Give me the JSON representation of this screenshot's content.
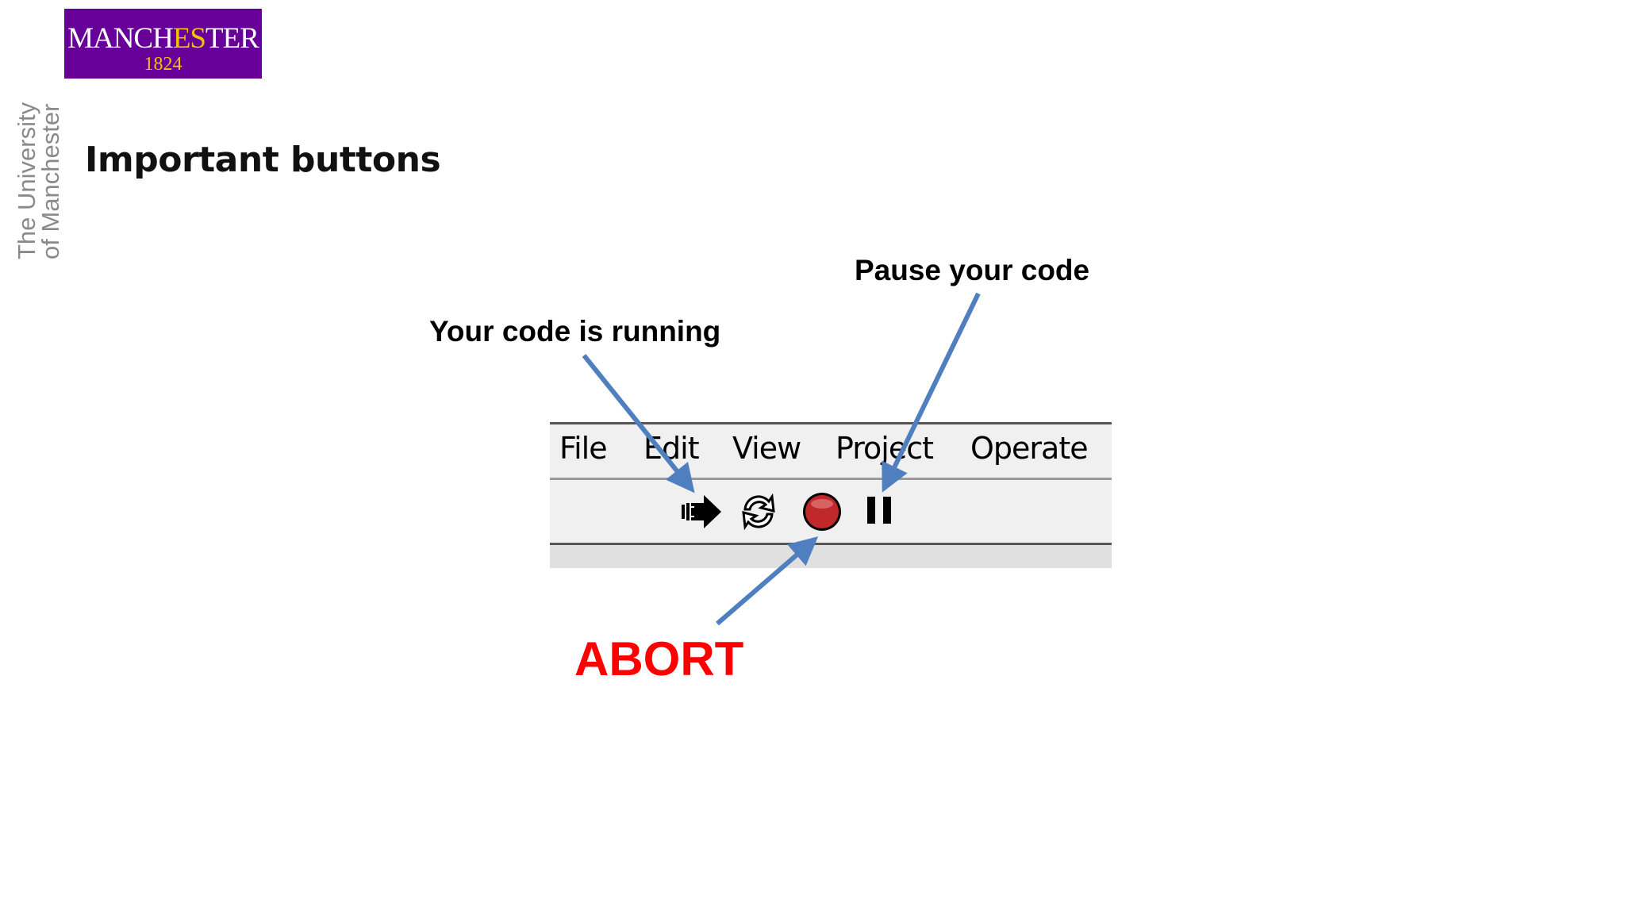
{
  "logo": {
    "name_a": "MANCH",
    "name_b": "ES",
    "name_c": "T",
    "name_d": "ER",
    "year": "1824"
  },
  "vertical_brand": {
    "line1": "The University",
    "line2": "of Manchester"
  },
  "slide": {
    "title": "Important buttons"
  },
  "callouts": {
    "running": "Your code is running",
    "pause": "Pause your code",
    "abort": "ABORT"
  },
  "menu": {
    "items": [
      "File",
      "Edit",
      "View",
      "Project",
      "Operate"
    ]
  },
  "toolbar": {
    "buttons": [
      {
        "icon": "run-arrow-icon"
      },
      {
        "icon": "run-continuously-icon"
      },
      {
        "icon": "abort-stop-icon",
        "color": "#c0282a"
      },
      {
        "icon": "pause-icon"
      }
    ]
  },
  "colors": {
    "brand_purple": "#660099",
    "brand_gold": "#f0c20a",
    "arrow_blue": "#4f7fbf",
    "abort_red": "#ff0000"
  }
}
